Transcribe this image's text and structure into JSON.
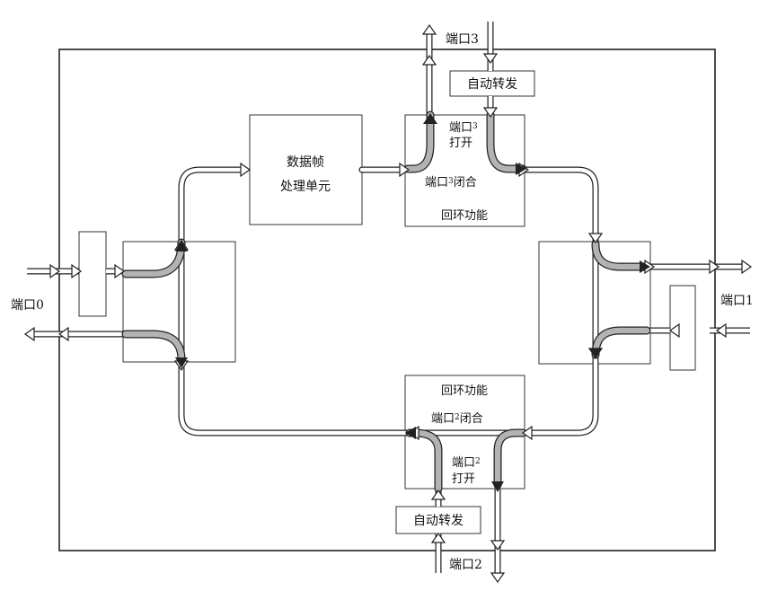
{
  "ports": {
    "port0": "端口0",
    "port1": "端口1",
    "port2": "端口2",
    "port3": "端口3"
  },
  "boxes": {
    "frame_processing": [
      "数据帧",
      "处理单元"
    ],
    "auto_forward_top": "自动转发",
    "auto_forward_bottom": "自动转发",
    "switch_top": {
      "open_line1": "端口",
      "open_sub": "3",
      "open_line2": "打开",
      "closed_prefix": "端口",
      "closed_sub": "3",
      "closed_suffix": "闭合",
      "loopback": "回环功能"
    },
    "switch_bottom": {
      "loopback": "回环功能",
      "closed_prefix": "端口",
      "closed_sub": "2",
      "closed_suffix": "闭合",
      "open_line1": "端口",
      "open_sub": "2",
      "open_line2": "打开"
    }
  }
}
